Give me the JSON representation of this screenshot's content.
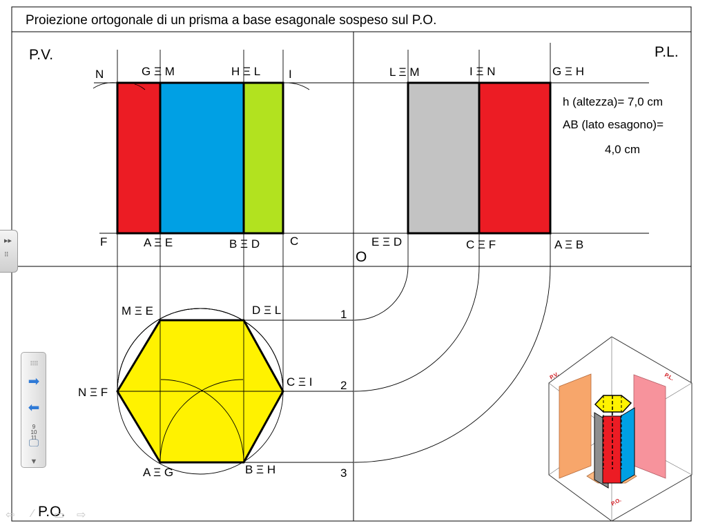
{
  "title": "Proiezione ortogonale di un prisma a base esagonale sospeso sul P.O.",
  "planes": {
    "pv": "P.V.",
    "pl": "P.L.",
    "po": "P.O.",
    "origin": "O"
  },
  "pv_labels": {
    "n": "N",
    "gm": "G Ξ M",
    "hl": "H Ξ L",
    "i": "I",
    "f": "F",
    "ae": "A Ξ E",
    "bd": "B Ξ D",
    "c": "C"
  },
  "pl_labels": {
    "lm": "L Ξ M",
    "in": "I Ξ N",
    "gh": "G Ξ H",
    "ed": "E Ξ D",
    "cf": "C Ξ F",
    "ab": "A Ξ B"
  },
  "po_labels": {
    "me": "M Ξ E",
    "dl": "D Ξ L",
    "nf": "N Ξ F",
    "ci": "C Ξ I",
    "ag": "A Ξ G",
    "bh": "B Ξ H",
    "n1": "1",
    "n2": "2",
    "n3": "3"
  },
  "info": {
    "height": "h (altezza)= 7,0 cm",
    "side_a": "AB (lato esagono)=",
    "side_b": "4,0 cm"
  },
  "iso_labels": {
    "pv": "P.V.",
    "pl": "P.L.",
    "po": "P.O."
  },
  "colors": {
    "red": "#ec1c24",
    "blue": "#00a0e4",
    "green": "#b2e21f",
    "gray": "#c3c3c3",
    "yellow": "#fff200",
    "pv_plane_iso": "#f7a66b",
    "pl_plane_iso": "#f7939c",
    "po_plane_iso": "#fbb882"
  },
  "toolbar": {
    "pages": "9\n10\n11"
  }
}
